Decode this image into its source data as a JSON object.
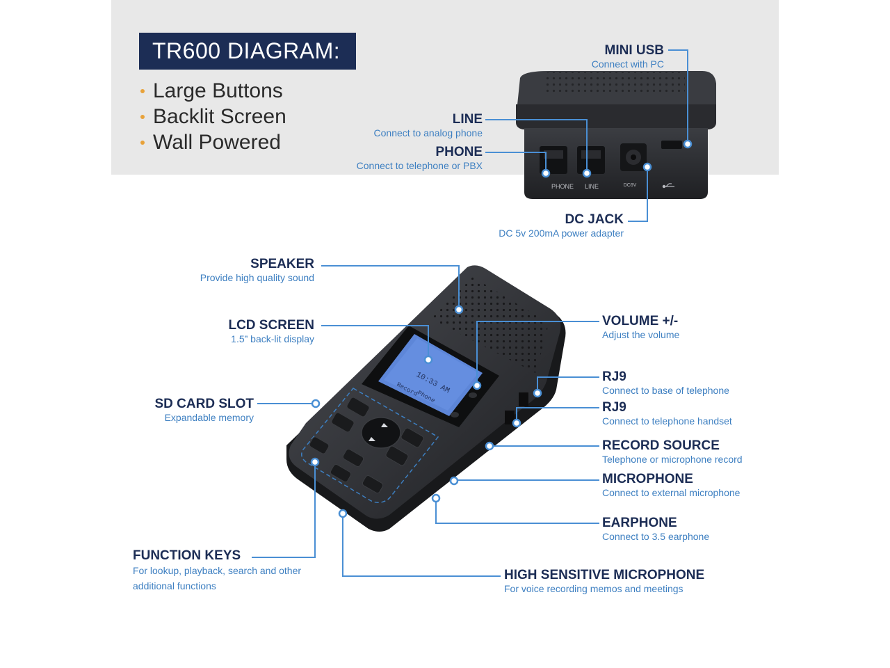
{
  "title": "TR600 DIAGRAM:",
  "features": [
    "Large Buttons",
    "Backlit Screen",
    "Wall Powered"
  ],
  "colors": {
    "navy": "#1c2d55",
    "blue": "#3d7fc1",
    "line": "#4a8fd4",
    "bullet": "#e8a23a",
    "panel": "#e8e8e8"
  },
  "device_back": {
    "port_labels": {
      "phone": "PHONE",
      "line": "LINE",
      "dc": "DC6V",
      "usb": "usb-icon"
    }
  },
  "device_front": {
    "screen_lines": [
      "10:33 AM",
      "Record",
      "Phone"
    ]
  },
  "callouts": {
    "mini_usb": {
      "title": "MINI USB",
      "desc": "Connect with PC"
    },
    "line": {
      "title": "LINE",
      "desc": "Connect to analog phone"
    },
    "phone": {
      "title": "PHONE",
      "desc": "Connect to telephone or PBX"
    },
    "dc_jack": {
      "title": "DC JACK",
      "desc": "DC 5v 200mA power adapter"
    },
    "speaker": {
      "title": "SPEAKER",
      "desc": "Provide high quality sound"
    },
    "lcd": {
      "title": "LCD SCREEN",
      "desc": "1.5” back-lit display"
    },
    "sd_card": {
      "title": "SD CARD SLOT",
      "desc": "Expandable memory"
    },
    "function_keys": {
      "title": "FUNCTION KEYS",
      "desc": "For lookup, playback, search and other additional functions"
    },
    "volume": {
      "title": "VOLUME +/-",
      "desc": "Adjust the volume"
    },
    "rj9_base": {
      "title": "RJ9",
      "desc": "Connect to base of telephone"
    },
    "rj9_handset": {
      "title": "RJ9",
      "desc": "Connect to telephone handset"
    },
    "record_source": {
      "title": "RECORD SOURCE",
      "desc": "Telephone or microphone record"
    },
    "microphone": {
      "title": "MICROPHONE",
      "desc": "Connect to external microphone"
    },
    "earphone": {
      "title": "EARPHONE",
      "desc": "Connect to 3.5 earphone"
    },
    "high_mic": {
      "title": "HIGH SENSITIVE MICROPHONE",
      "desc": "For voice recording memos and meetings"
    }
  }
}
